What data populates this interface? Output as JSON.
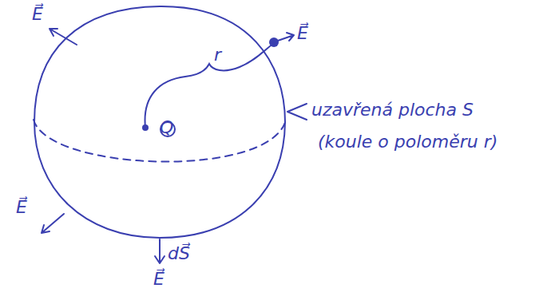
{
  "diagram": {
    "nodes": [
      {
        "text": [
          "r",
          "Q"
        ]
      }
    ],
    "labels": [
      "E⃗",
      "E⃗",
      "uzavřená plocha S",
      "(koule o poloměru r)",
      "E⃗",
      "dS⃗",
      "E⃗"
    ]
  }
}
